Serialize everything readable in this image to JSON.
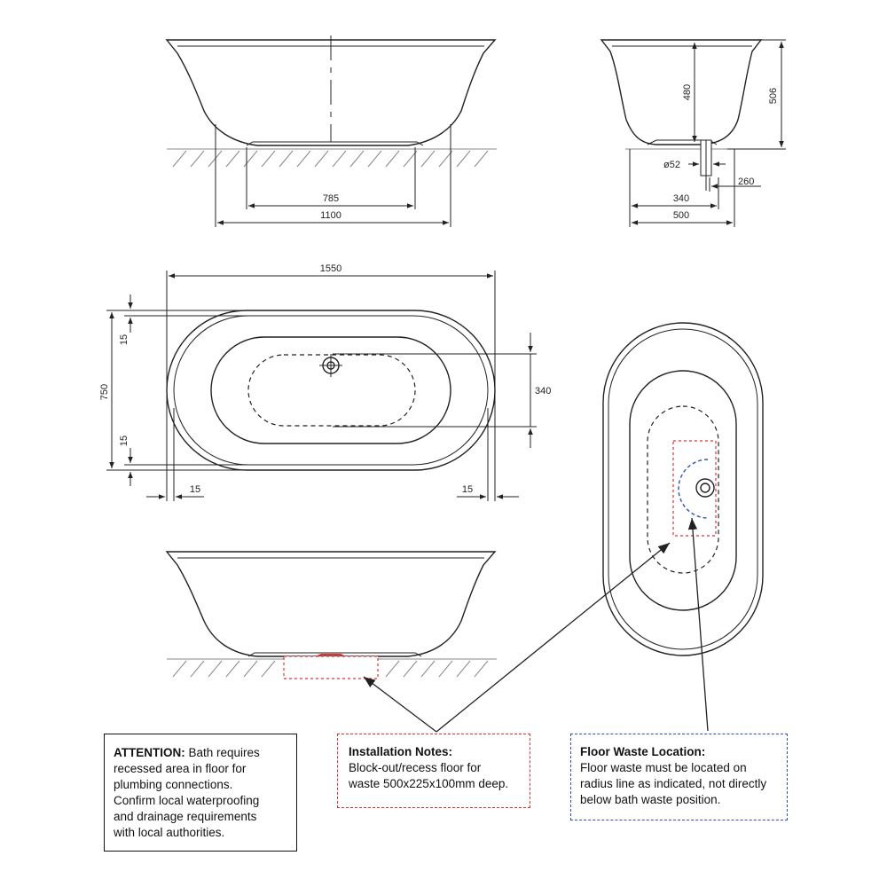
{
  "dimensions": {
    "front_785": "785",
    "front_1100": "1100",
    "side_480": "480",
    "side_506": "506",
    "side_dia52": "ø52",
    "side_260": "260",
    "side_340": "340",
    "side_500": "500",
    "plan_1550": "1550",
    "plan_750": "750",
    "plan_15_top": "15",
    "plan_15_bottom": "15",
    "plan_15_left": "15",
    "plan_15_right": "15",
    "plan_340": "340"
  },
  "notes": {
    "attention": {
      "heading": "ATTENTION:",
      "text_first": "Bath requires",
      "lines": [
        "recessed area in floor for",
        "plumbing connections.",
        "Confirm local waterproofing",
        "and drainage requirements",
        "with local authorities."
      ]
    },
    "installation": {
      "heading": "Installation Notes:",
      "lines": [
        "Block-out/recess floor for",
        "waste 500x225x100mm deep."
      ]
    },
    "floor_waste": {
      "heading": "Floor Waste Location:",
      "lines": [
        "Floor waste must be located on",
        "radius line as indicated, not directly",
        "below bath waste position."
      ]
    }
  },
  "colors": {
    "line": "#222222",
    "recess_red": "#dd3333",
    "radius_blue": "#2b4fc0"
  }
}
